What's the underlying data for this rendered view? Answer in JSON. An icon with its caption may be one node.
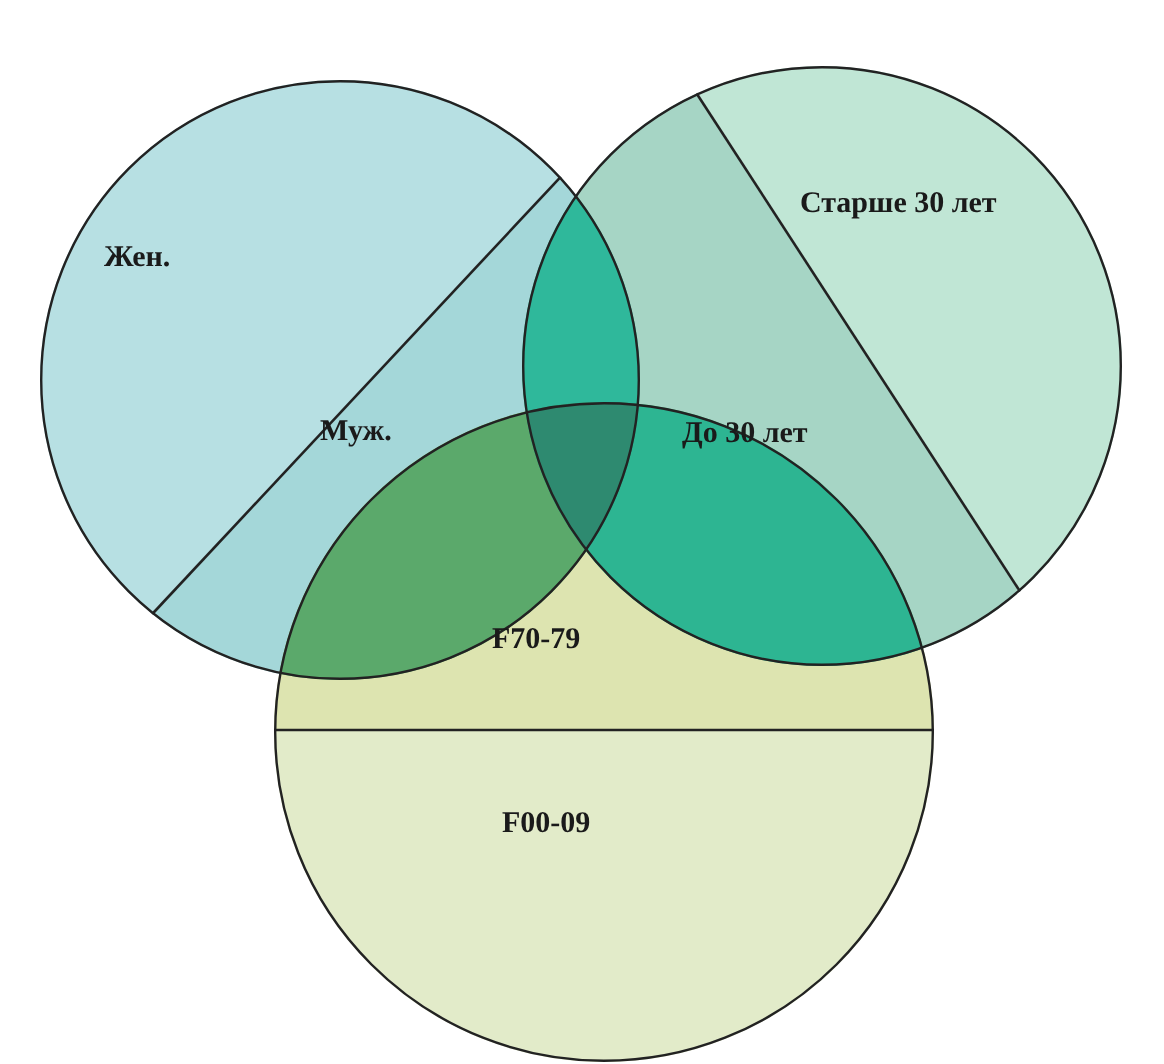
{
  "diagram": {
    "nodes": [
      {
        "text": [
          "Жен.",
          "Муж."
        ]
      },
      {
        "text": [
          "Старше 30 лет",
          "До 30 лет"
        ]
      },
      {
        "text": [
          "F70-79",
          "F00-09"
        ]
      }
    ]
  }
}
